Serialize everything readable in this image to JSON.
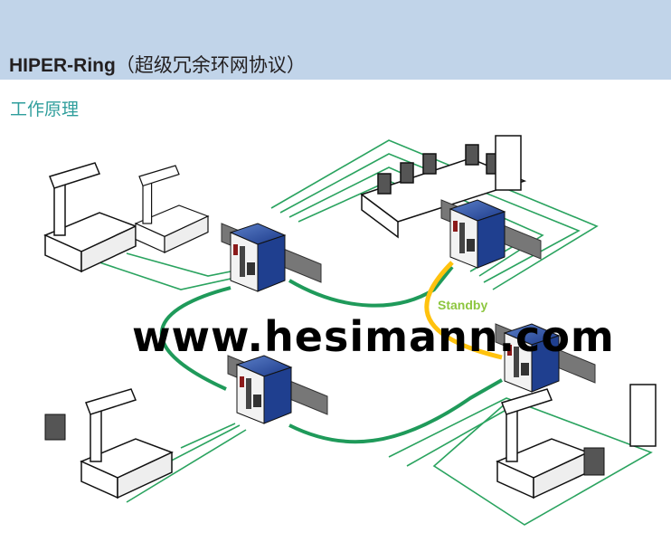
{
  "header": {
    "title_latin": "HIPER-Ring",
    "title_cn": "（超级冗余环网协议）",
    "background_color": "#c1d4e9"
  },
  "section": {
    "subtitle": "工作原理",
    "color": "#2f9e9c"
  },
  "diagram": {
    "ring_color": "#1f9a5a",
    "standby_color": "#ffc20e",
    "standby_label": "Standby",
    "switches": [
      "switch-top-left",
      "switch-bottom-left",
      "switch-top-right",
      "switch-bottom-right"
    ],
    "watermark": "www.hesimann.com"
  }
}
